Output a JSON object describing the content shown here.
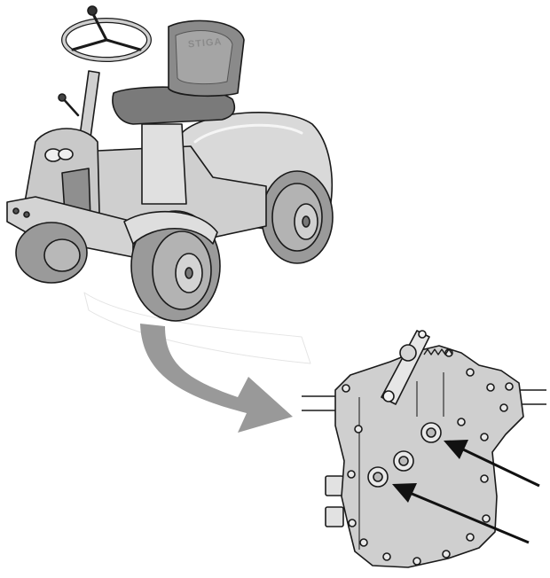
{
  "figure": {
    "brand_text": "STIGA",
    "colors": {
      "outline": "#1a1a1a",
      "body_light": "#d9d9d9",
      "body_mid": "#bfbfbf",
      "seat_dark": "#7a7a7a",
      "tire": "#9a9a9a",
      "pointer_arrow": "#999999",
      "callout_arrow": "#111111",
      "plate": "#cfcfcf"
    },
    "icons": [
      "rider-mower-illustration",
      "transmission-housing-illustration",
      "curved-pointer-arrow",
      "callout-arrow"
    ]
  }
}
